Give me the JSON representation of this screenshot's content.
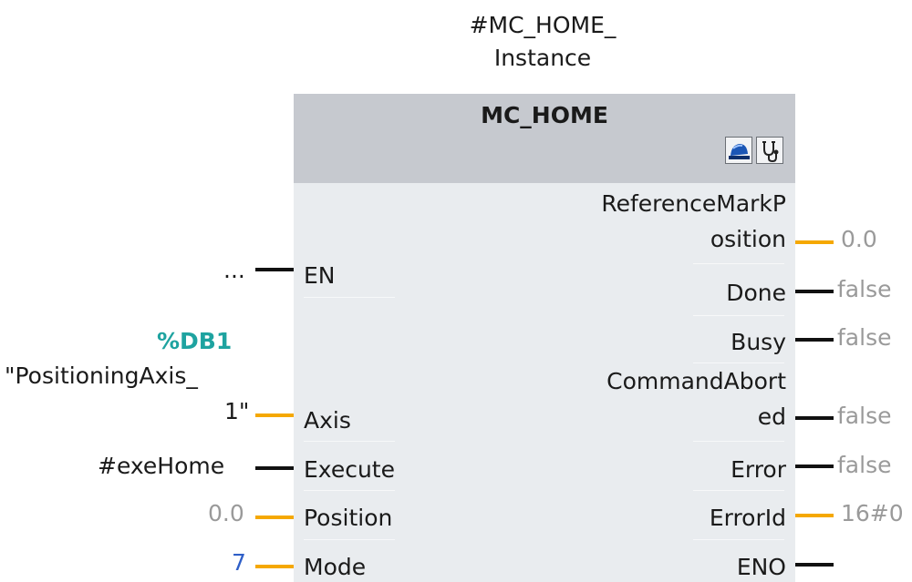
{
  "instance": {
    "line1": "#MC_HOME_",
    "line2": "Instance"
  },
  "block": {
    "title": "MC_HOME",
    "icons": [
      "blue-lamp-icon",
      "stethoscope-icon"
    ],
    "inputs": [
      {
        "pin": "EN",
        "value": "...",
        "wire": "bool"
      },
      {
        "pin": "Axis",
        "address": "%DB1",
        "value_line1": "\"PositioningAxis_",
        "value_line2": "1\"",
        "wire": "data"
      },
      {
        "pin": "Execute",
        "value": "#exeHome",
        "wire": "bool"
      },
      {
        "pin": "Position",
        "value": "0.0",
        "wire": "data"
      },
      {
        "pin": "Mode",
        "value": "7",
        "wire": "data"
      }
    ],
    "outputs": [
      {
        "pin_line1": "ReferenceMarkP",
        "pin_line2": "osition",
        "value": "0.0",
        "wire": "data"
      },
      {
        "pin": "Done",
        "value": "false",
        "wire": "bool"
      },
      {
        "pin": "Busy",
        "value": "false",
        "wire": "bool"
      },
      {
        "pin_line1": "CommandAbort",
        "pin_line2": "ed",
        "value": "false",
        "wire": "bool"
      },
      {
        "pin": "Error",
        "value": "false",
        "wire": "bool"
      },
      {
        "pin": "ErrorId",
        "value": "16#0",
        "wire": "data"
      },
      {
        "pin": "ENO",
        "value": "",
        "wire": "bool"
      }
    ]
  },
  "colors": {
    "header": "#c6c9cf",
    "body": "#e9ecef",
    "data_wire": "#f5a800",
    "bool_wire": "#111111",
    "address": "#1ea3a0",
    "constant": "#2f5fc8",
    "monitor_value": "#9a9a9a"
  }
}
